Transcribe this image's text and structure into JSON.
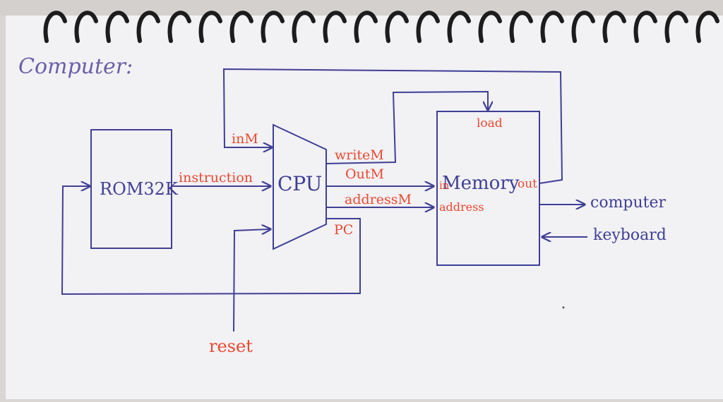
{
  "title": "Computer:",
  "blocks": {
    "rom": "ROM32K",
    "cpu": "CPU",
    "memory": "Memory"
  },
  "signals": {
    "inM": "inM",
    "instruction": "instruction",
    "writeM": "writeM",
    "outM": "OutM",
    "addressM": "addressM",
    "pc": "PC",
    "reset": "reset",
    "mem_in": "in",
    "mem_address": "address",
    "mem_load": "load",
    "mem_out": "out",
    "computer": "computer",
    "keyboard": "keyboard"
  },
  "colors": {
    "paper": "#f3f2f4",
    "ink_blue": "#3f3f95",
    "ink_red": "#e8492f",
    "ink_purple": "#6a5fa6",
    "ring": "#1c1c1c"
  }
}
